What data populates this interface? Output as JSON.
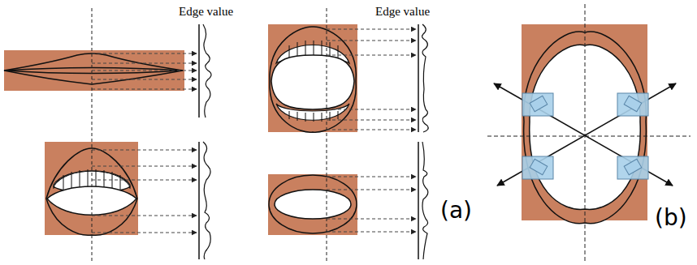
{
  "diagram": {
    "labels": [
      "Edge value",
      "Edge value",
      "(a)",
      "(b)"
    ]
  }
}
